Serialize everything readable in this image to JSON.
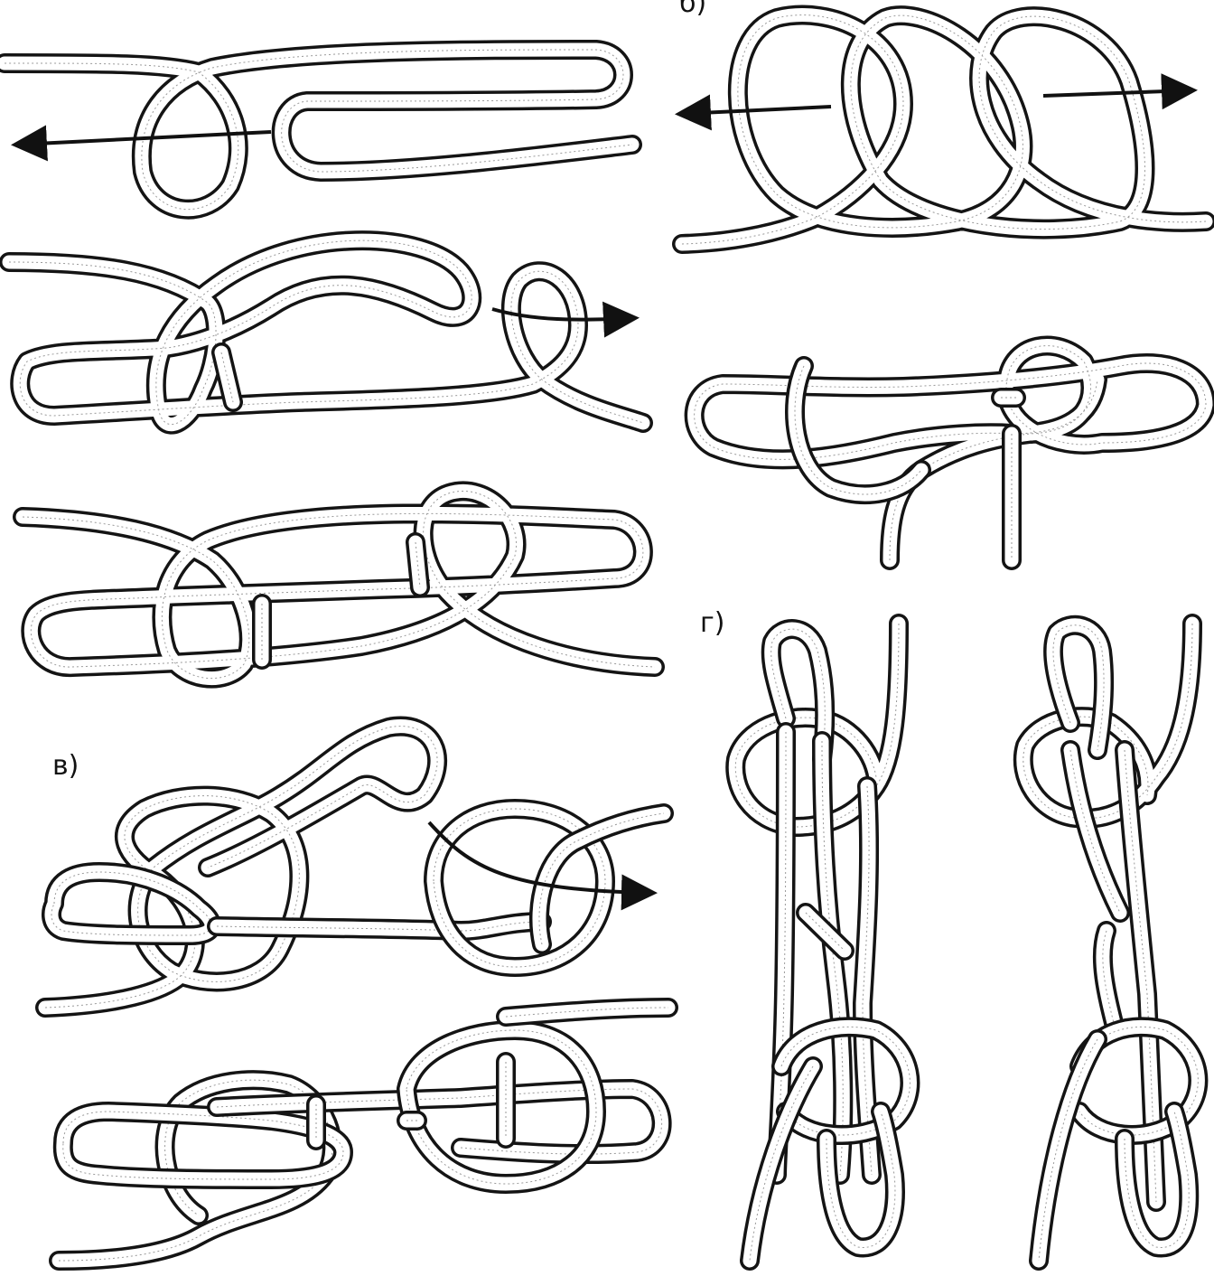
{
  "labels": {
    "b": "б)",
    "v": "в)",
    "g": "г)"
  },
  "colors": {
    "rope_outline": "#141414",
    "rope_fill": "#ffffff",
    "arrow": "#111111"
  }
}
